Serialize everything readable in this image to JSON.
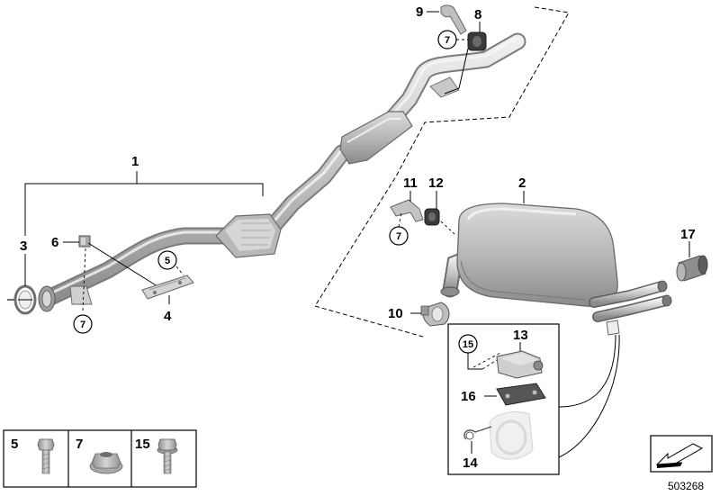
{
  "callouts": {
    "c1": "1",
    "c2": "2",
    "c3": "3",
    "c4": "4",
    "c5": "5",
    "c6": "6",
    "c7a": "7",
    "c7b": "7",
    "c7c": "7",
    "c8": "8",
    "c9": "9",
    "c10": "10",
    "c11": "11",
    "c12": "12",
    "c13": "13",
    "c14": "14",
    "c15": "15",
    "c16": "16",
    "c17": "17"
  },
  "legend": {
    "items": [
      {
        "label": "5",
        "icon": "bolt-icon"
      },
      {
        "label": "7",
        "icon": "flange-nut-icon"
      },
      {
        "label": "15",
        "icon": "flange-bolt-icon"
      }
    ]
  },
  "reference_number": "503268",
  "colors": {
    "part_light": "#e4e4e4",
    "part_mid": "#b9b9b9",
    "part_dark": "#8a8a8a",
    "outline": "#6a6a6a",
    "line": "#000000"
  }
}
